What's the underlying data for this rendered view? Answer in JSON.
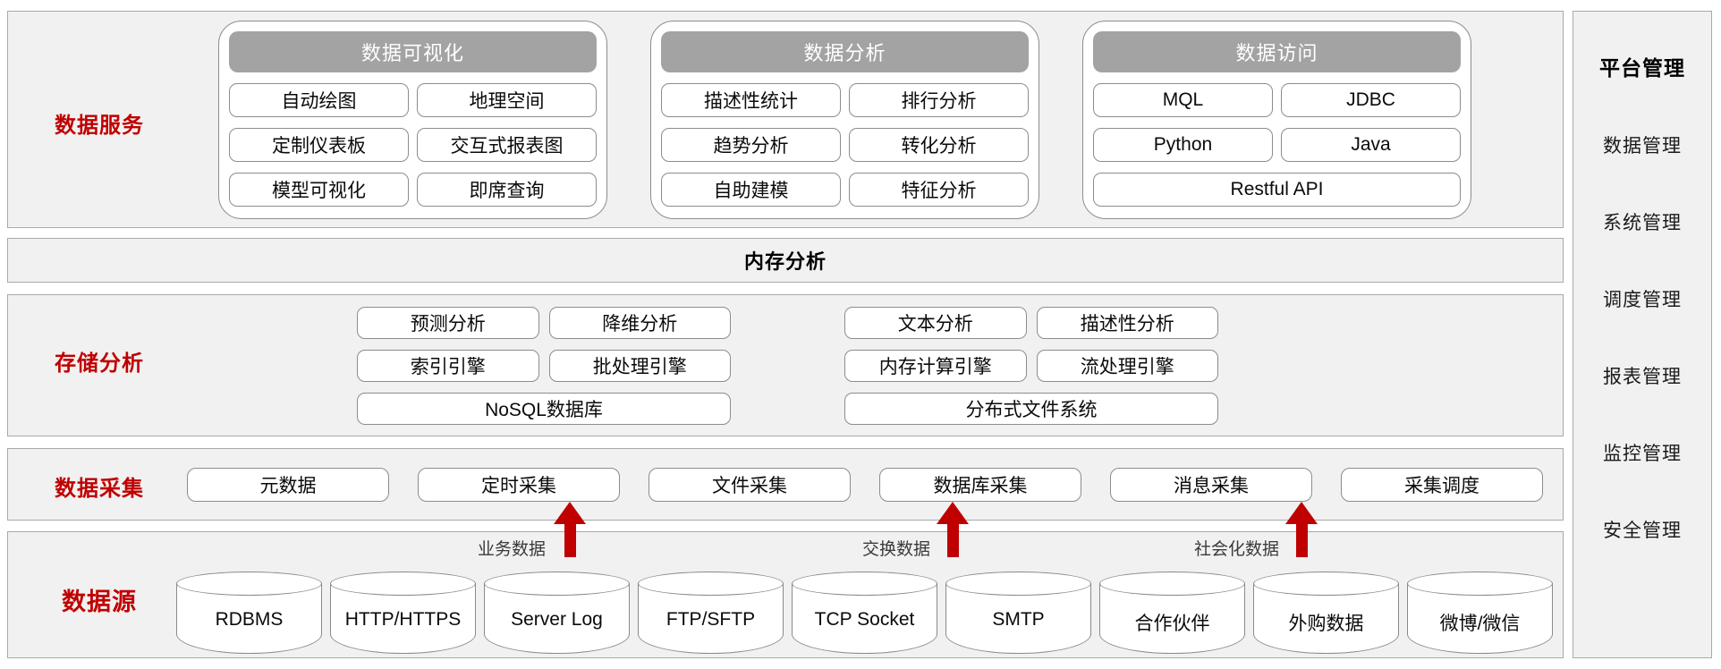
{
  "colors": {
    "accent_red": "#c00000",
    "group_header_gray": "#a3a3a3",
    "section_bg": "#f1f1f1",
    "section_border": "#a9a9a9"
  },
  "sections": {
    "services": {
      "label": "数据服务",
      "groups": [
        {
          "header": "数据可视化",
          "items": [
            "自动绘图",
            "地理空间",
            "定制仪表板",
            "交互式报表图",
            "模型可视化",
            "即席查询"
          ]
        },
        {
          "header": "数据分析",
          "items": [
            "描述性统计",
            "排行分析",
            "趋势分析",
            "转化分析",
            "自助建模",
            "特征分析"
          ]
        },
        {
          "header": "数据访问",
          "items": [
            "MQL",
            "JDBC",
            "Python",
            "Java"
          ],
          "wide_item": "Restful API"
        }
      ]
    },
    "memory": {
      "label": "内存分析"
    },
    "storage": {
      "label": "存储分析",
      "clusters": [
        {
          "items": [
            "预测分析",
            "降维分析",
            "索引引擎",
            "批处理引擎"
          ],
          "wide_item": "NoSQL数据库"
        },
        {
          "items": [
            "文本分析",
            "描述性分析",
            "内存计算引擎",
            "流处理引擎"
          ],
          "wide_item": "分布式文件系统"
        }
      ]
    },
    "collection": {
      "label": "数据采集",
      "items": [
        "元数据",
        "定时采集",
        "文件采集",
        "数据库采集",
        "消息采集",
        "采集调度"
      ]
    },
    "sources": {
      "label": "数据源",
      "items": [
        "RDBMS",
        "HTTP/HTTPS",
        "Server Log",
        "FTP/SFTP",
        "TCP Socket",
        "SMTP",
        "合作伙伴",
        "外购数据",
        "微博/微信"
      ]
    },
    "platform": {
      "title": "平台管理",
      "items": [
        "数据管理",
        "系统管理",
        "调度管理",
        "报表管理",
        "监控管理",
        "安全管理"
      ]
    }
  },
  "arrows": [
    {
      "label": "业务数据"
    },
    {
      "label": "交换数据"
    },
    {
      "label": "社会化数据"
    }
  ]
}
